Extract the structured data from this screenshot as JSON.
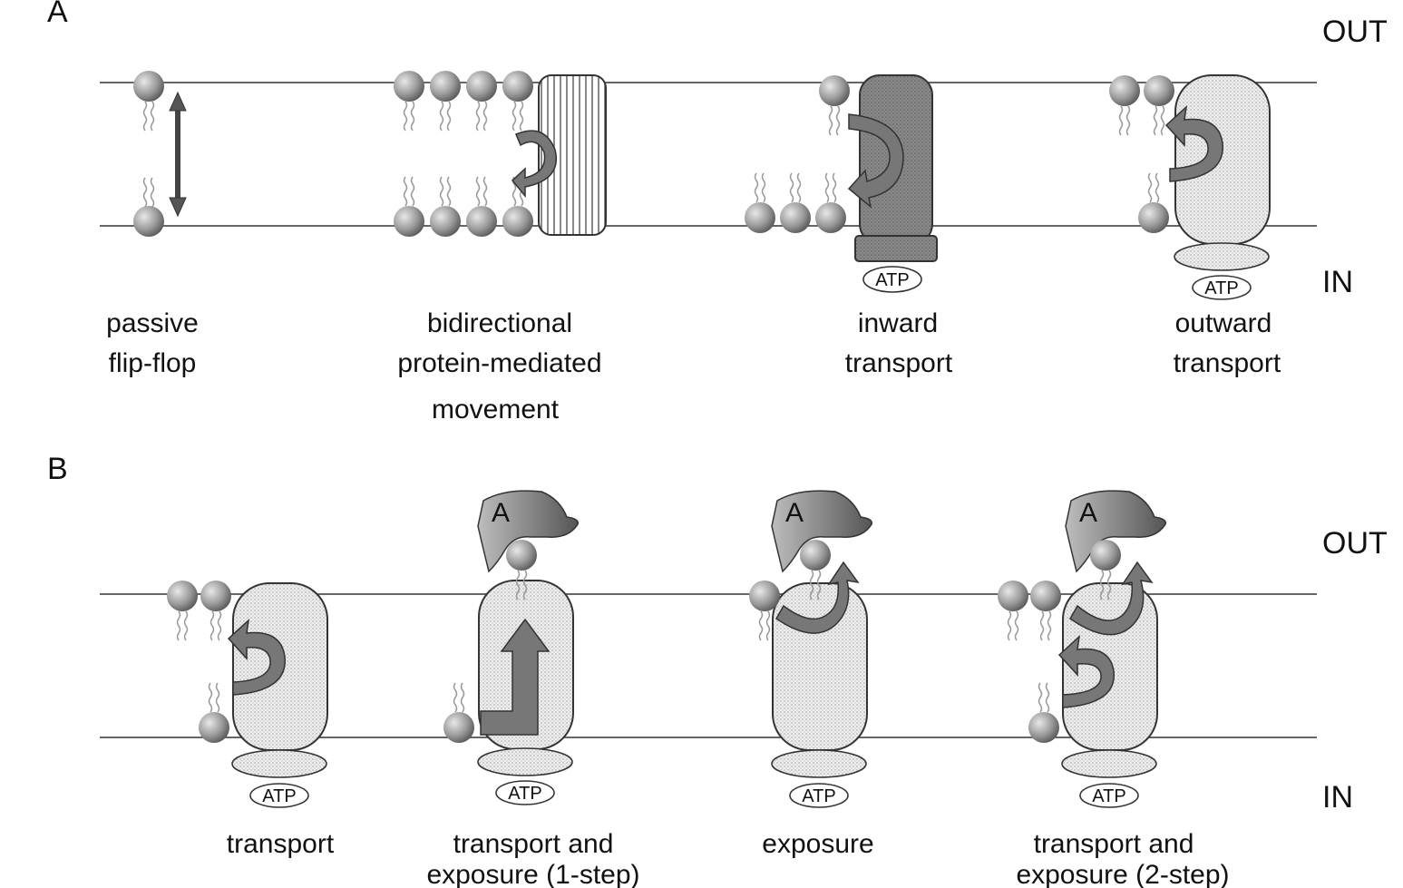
{
  "panels": {
    "a": {
      "letter": "A",
      "side_out": "OUT",
      "side_in": "IN",
      "captions": [
        [
          "passive",
          "flip-flop"
        ],
        [
          "bidirectional",
          "protein-mediated",
          "movement"
        ],
        [
          "inward",
          "transport"
        ],
        [
          "outward",
          "transport"
        ]
      ],
      "atp": [
        "ATP",
        "ATP"
      ]
    },
    "b": {
      "letter": "B",
      "side_out": "OUT",
      "side_in": "IN",
      "captions": [
        [
          "transport"
        ],
        [
          "transport and",
          "exposure (1-step)"
        ],
        [
          "exposure"
        ],
        [
          "transport and",
          "exposure (2-step)"
        ]
      ],
      "atp": [
        "ATP",
        "ATP",
        "ATP",
        "ATP"
      ],
      "annexin": [
        "A",
        "A",
        "A"
      ]
    }
  }
}
